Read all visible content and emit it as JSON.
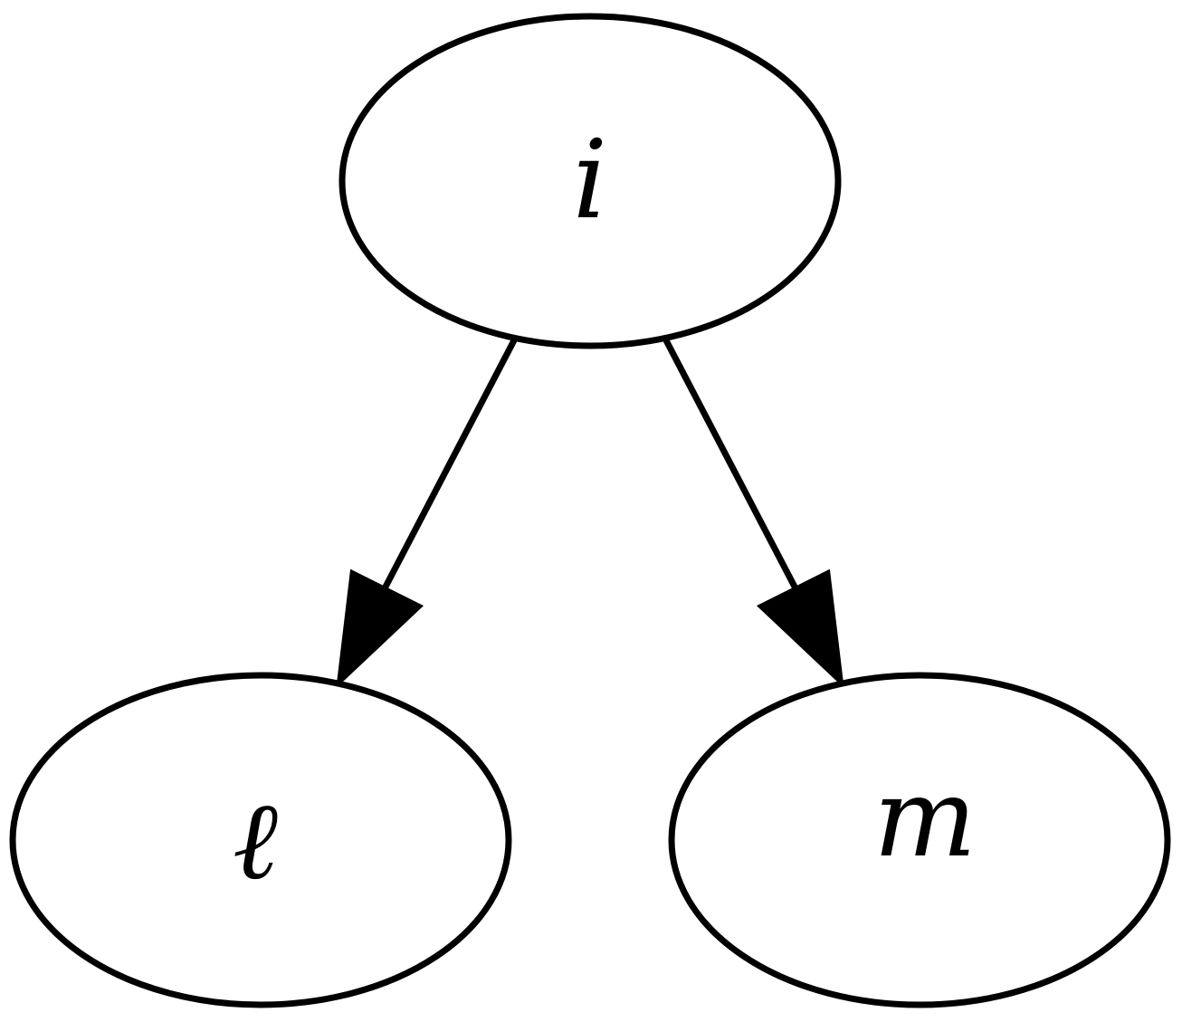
{
  "diagram": {
    "nodes": [
      {
        "id": "i",
        "label": "i"
      },
      {
        "id": "l",
        "label": "ℓ"
      },
      {
        "id": "m",
        "label": "m"
      }
    ],
    "edges": [
      {
        "from": "i",
        "to": "l"
      },
      {
        "from": "i",
        "to": "m"
      }
    ],
    "colors": {
      "stroke": "#000000",
      "fill": "#ffffff"
    }
  }
}
